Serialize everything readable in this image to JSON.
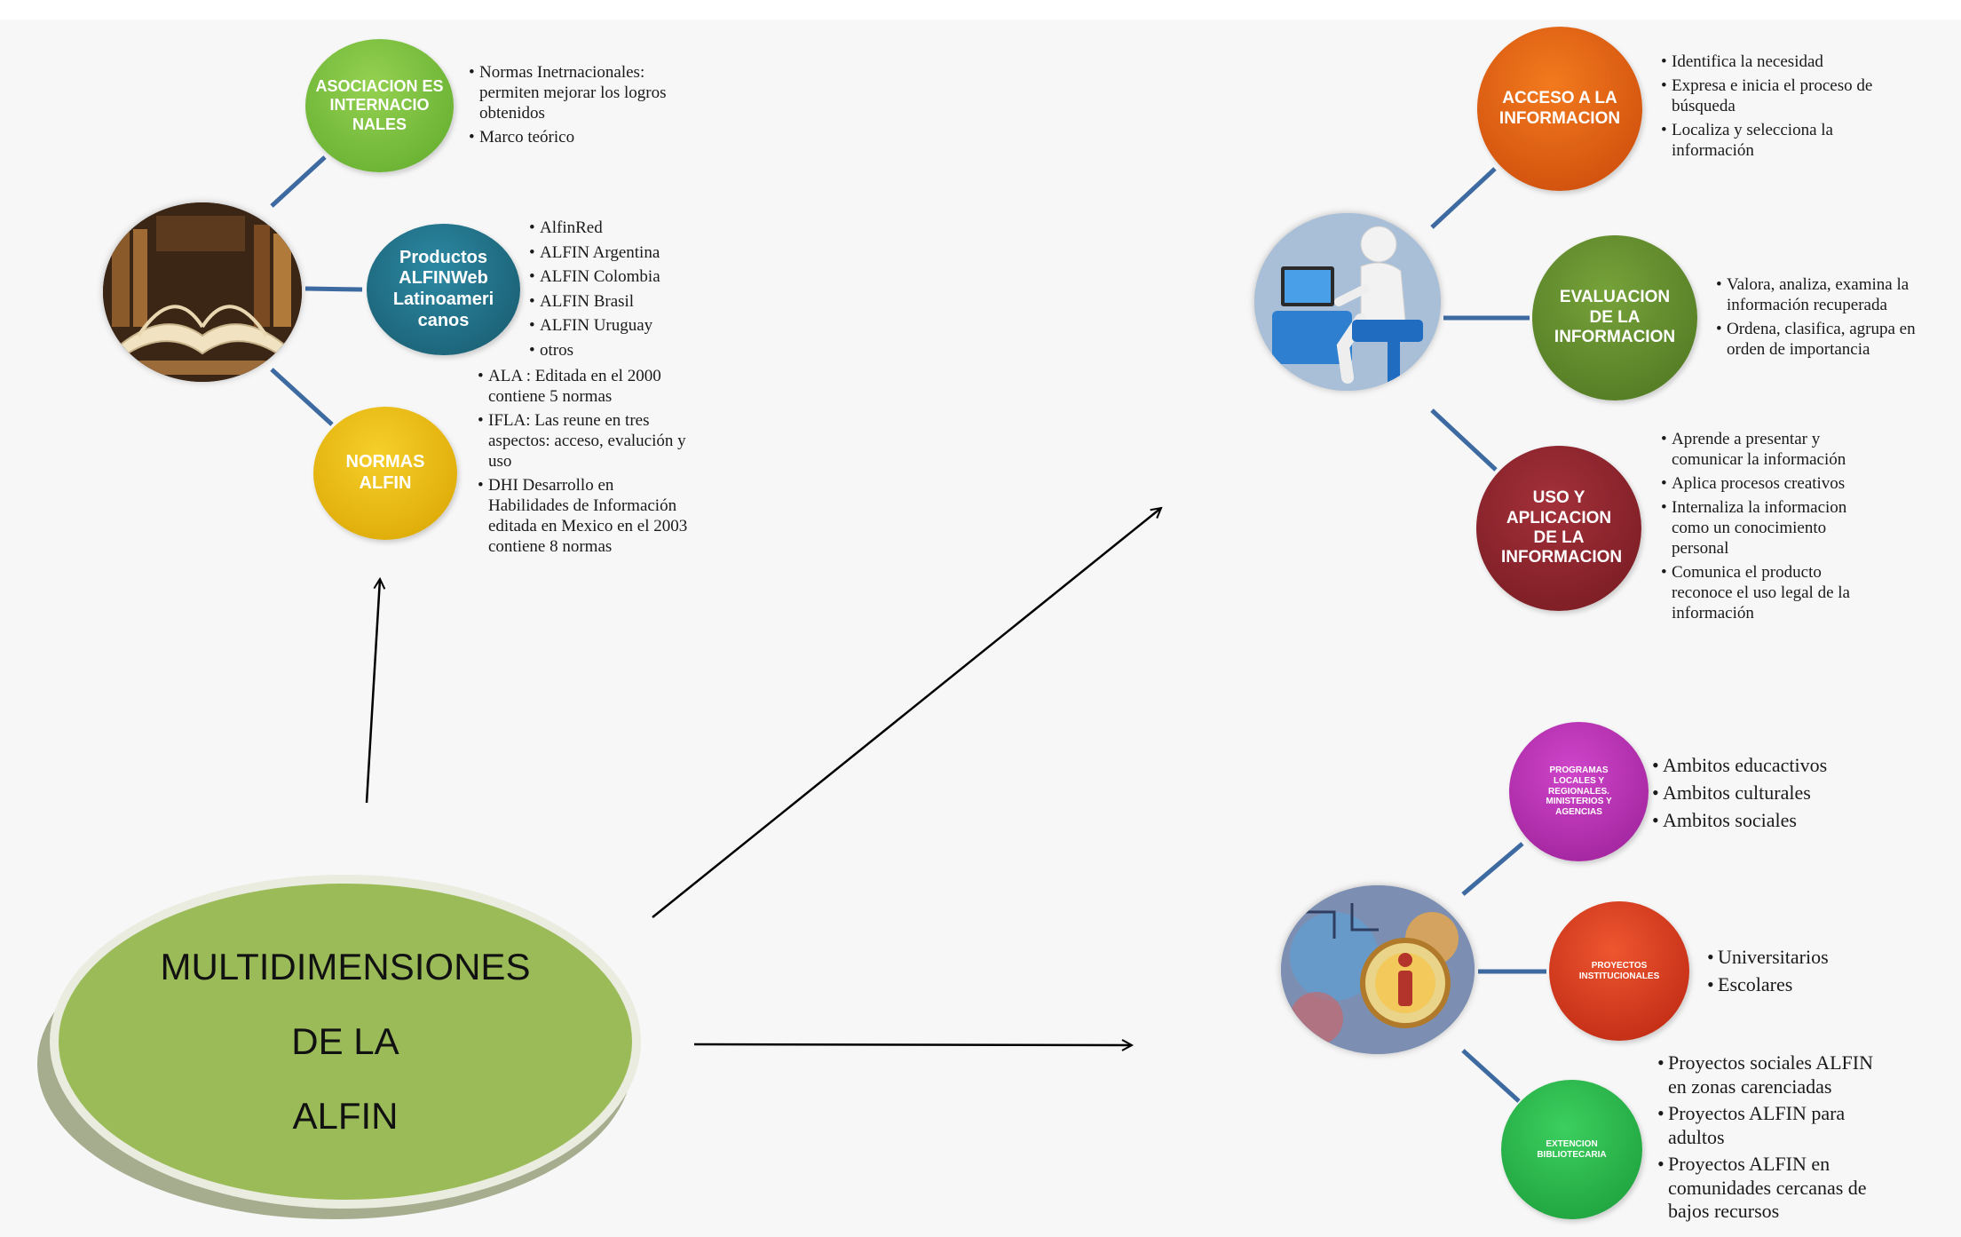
{
  "main": {
    "title": "MULTIDIMENSIONES\nDE LA\nALFIN",
    "color": "#9bbb59"
  },
  "branch_left": {
    "image": "open-books-photo",
    "nodes": [
      {
        "label": "ASOCIACION ES INTERNACIO NALES",
        "color": "#7dc03c",
        "bullets": [
          "Normas Inetrnacionales: permiten mejorar los logros obtenidos",
          "Marco teórico"
        ]
      },
      {
        "label": "Productos ALFINWeb Latinoameri canos",
        "color": "#1e6a80",
        "bullets": [
          "AlfinRed",
          "ALFIN Argentina",
          "ALFIN Colombia",
          "ALFIN Brasil",
          "ALFIN Uruguay",
          "otros"
        ]
      },
      {
        "label": "NORMAS ALFIN",
        "color": "#e8b800",
        "bullets": [
          "ALA : Editada en el 2000 contiene 5 normas",
          "IFLA: Las reune en tres aspectos: acceso, evalución y uso",
          "DHI Desarrollo en Habilidades de Información editada en Mexico en el 2003 contiene 8 normas"
        ]
      }
    ]
  },
  "branch_right_top": {
    "image": "person-at-computer-illustration",
    "nodes": [
      {
        "label": "ACCESO A LA INFORMACION",
        "color": "#e05a0c",
        "bullets": [
          "Identifica la necesidad",
          "Expresa e inicia el proceso de búsqueda",
          "Localiza y selecciona la información"
        ]
      },
      {
        "label": "EVALUACION DE LA INFORMACION",
        "color": "#5f8a2a",
        "bullets": [
          "Valora, analiza, examina la información recuperada",
          "Ordena, clasifica, agrupa  en orden de importancia"
        ]
      },
      {
        "label": "USO Y APLICACION DE LA INFORMACION",
        "color": "#8b2128",
        "bullets": [
          "Aprende a presentar y comunicar la información",
          " Aplica procesos creativos",
          "Internaliza la informacion como un conocimiento personal",
          "Comunica el producto reconoce el uso legal de la información"
        ]
      }
    ]
  },
  "branch_right_bottom": {
    "image": "information-i-icon-collage",
    "nodes": [
      {
        "label": "PROGRAMAS LOCALES Y REGIONALES. MINISTERIOS Y AGENCIAS",
        "color": "#b52ab0",
        "bullets": [
          "Ambitos educactivos",
          "Ambitos culturales",
          "Ambitos sociales"
        ]
      },
      {
        "label": "PROYECTOS INSTITUCIONALES",
        "color": "#d93a1e",
        "bullets": [
          "Universitarios",
          "Escolares"
        ]
      },
      {
        "label": "EXTENCION BIBLIOTECARIA",
        "color": "#27b347",
        "bullets": [
          "Proyectos sociales ALFIN en zonas carenciadas",
          "Proyectos ALFIN para adultos",
          "Proyectos ALFIN en comunidades cercanas de bajos recursos"
        ]
      }
    ]
  }
}
